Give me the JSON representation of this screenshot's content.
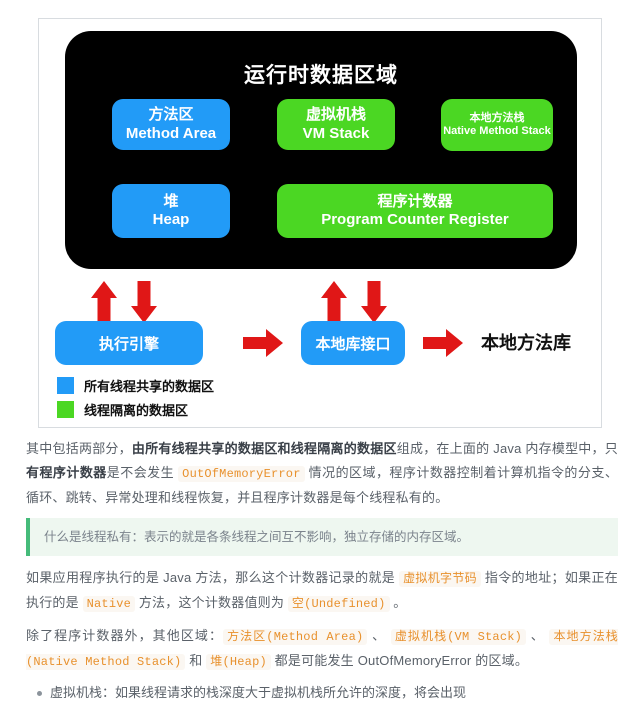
{
  "diagram": {
    "runtime_panel": {
      "title": "运行时数据区域",
      "boxes": [
        {
          "cn": "方法区",
          "en": "Method Area",
          "color": "#229bf7",
          "kind": "shared"
        },
        {
          "cn": "虚拟机栈",
          "en": "VM Stack",
          "color": "#4bd723",
          "kind": "private"
        },
        {
          "cn": "本地方法栈",
          "en": "Native Method Stack",
          "color": "#4bd723",
          "kind": "private"
        },
        {
          "cn": "堆",
          "en": "Heap",
          "color": "#229bf7",
          "kind": "shared"
        },
        {
          "cn": "程序计数器",
          "en": "Program Counter Register",
          "color": "#4bd723",
          "kind": "private"
        }
      ]
    },
    "process_row": {
      "exec_engine": "执行引擎",
      "native_interface": "本地库接口",
      "native_library": "本地方法库"
    },
    "arrow_color": "#e01717",
    "legend": [
      {
        "label": "所有线程共享的数据区",
        "color": "#229bf7"
      },
      {
        "label": "线程隔离的数据区",
        "color": "#4bd723"
      }
    ]
  },
  "prose": {
    "p1": {
      "part1": "其中包括两部分，",
      "bold1": "由所有线程共享的数据区和线程隔离的数据区",
      "part2": "组成，在上面的 Java 内存模型中，只",
      "bold2": "有程序计数器",
      "part3": "是不会发生 ",
      "code1": "OutOfMemoryError",
      "part4": " 情况的区域，程序计数器控制着计算机指令的分支、循环、跳转、异常处理和线程恢复，并且程序计数器是每个线程私有的。"
    },
    "note": "什么是线程私有：表示的就是各条线程之间互不影响，独立存储的内存区域。",
    "p2": {
      "part1": "如果应用程序执行的是 Java 方法，那么这个计数器记录的就是 ",
      "code1": "虚拟机字节码",
      "part2": " 指令的地址；如果正在执行的是 ",
      "code2": "Native",
      "part3": " 方法，这个计数器值则为 ",
      "code3": "空(Undefined)",
      "part4": " 。"
    },
    "p3": {
      "part1": "除了程序计数器外，其他区域：",
      "code1": "方法区(Method Area)",
      "part2": " 、 ",
      "code2": "虚拟机栈(VM Stack)",
      "part3": " 、 ",
      "code3": "本地方法栈(Native Method Stack)",
      "part4": " 和 ",
      "code4": "堆(Heap)",
      "part5": " 都是可能发生 OutOfMemoryError 的区域。"
    },
    "bullets": [
      "虚拟机栈：如果线程请求的栈深度大于虚拟机栈所允许的深度，将会出现"
    ]
  }
}
